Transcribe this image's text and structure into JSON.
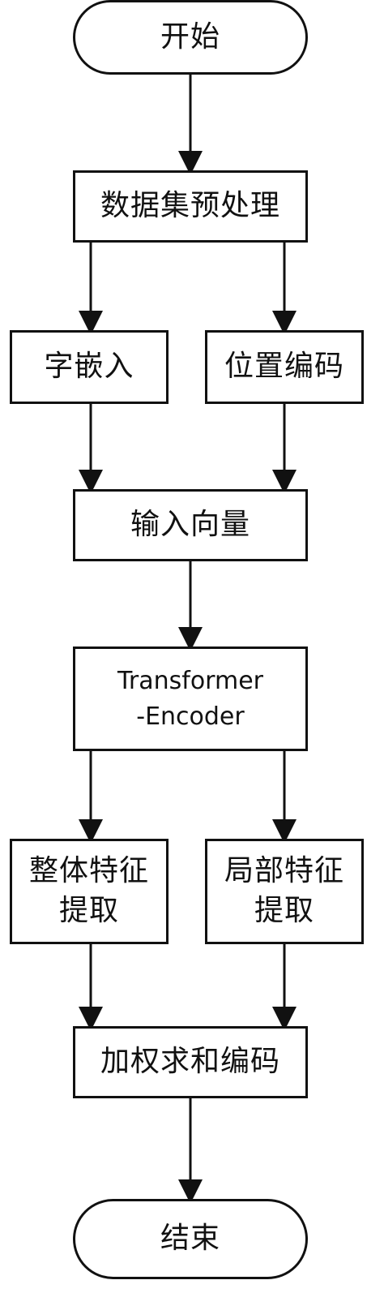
{
  "flowchart": {
    "start": "开始",
    "preprocess": "数据集预处理",
    "char_embedding": "字嵌入",
    "position_encoding": "位置编码",
    "input_vector": "输入向量",
    "encoder_line1": "Transformer",
    "encoder_line2": "-Encoder",
    "global_feature_line1": "整体特征",
    "global_feature_line2": "提取",
    "local_feature_line1": "局部特征",
    "local_feature_line2": "提取",
    "weighted_sum": "加权求和编码",
    "end": "结束"
  },
  "colors": {
    "stroke": "#111111",
    "background": "#ffffff"
  }
}
